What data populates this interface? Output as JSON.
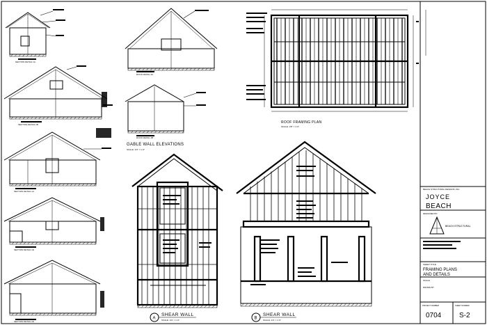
{
  "title_block": {
    "company_header": "BEACH STRUCTURAL DESIGNS, INC.",
    "project_name_line1": "JOYCE",
    "project_name_line2": "BEACH",
    "design_label": "DESIGNED BY:",
    "logo_label": "BEACH STRUCTURAL",
    "sheet_label": "SHEET TITLE",
    "sheet_title_line1": "FRAMING PLANS",
    "sheet_title_line2": "AND DETAILS",
    "scale_label": "SCALE",
    "drawn_by": "DRAWN BY",
    "project_number_label": "PROJECT NUMBER",
    "project_number": "0704",
    "sheet_number_label": "SHEET NUMBER",
    "sheet_number": "S-2"
  },
  "drawing_labels": {
    "framing_plan": "ROOF FRAMING PLAN",
    "framing_plan_scale": "SCALE: 1/8\" = 1'-0\"",
    "gable_elevations": "GABLE WALL ELEVATIONS",
    "gable_scale": "SCALE: 1/4\" = 1'-0\"",
    "shear_wall_a_mark": "A",
    "shear_wall_a_label": "SHEAR WALL",
    "shear_wall_a_scale": "SCALE: 1/4\" = 1'-0\"",
    "shear_wall_b_mark": "B",
    "shear_wall_b_label": "SHEAR WALL",
    "shear_wall_b_scale": "SCALE: 1/4\" = 1'-0\""
  },
  "section_captions": [
    "SECTION DETAIL 1A",
    "SECTION DETAIL 1B",
    "SECTION DETAIL 1C",
    "SECTION DETAIL 1D",
    "SECTION DETAIL 1E"
  ],
  "mid_captions": [
    "ROOF DETAIL 2A",
    "ROOF DETAIL 2B"
  ]
}
